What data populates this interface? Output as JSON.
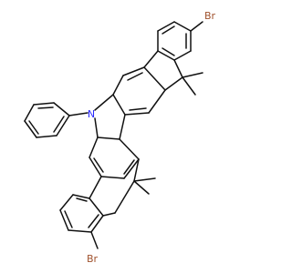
{
  "colors": {
    "bond": "#111111",
    "nitrogen": "#2a2aff",
    "bromine": "#a0522d",
    "background": "#ffffff"
  },
  "labels": {
    "br_top": "Br",
    "br_bottom": "Br",
    "nitrogen": "N"
  }
}
